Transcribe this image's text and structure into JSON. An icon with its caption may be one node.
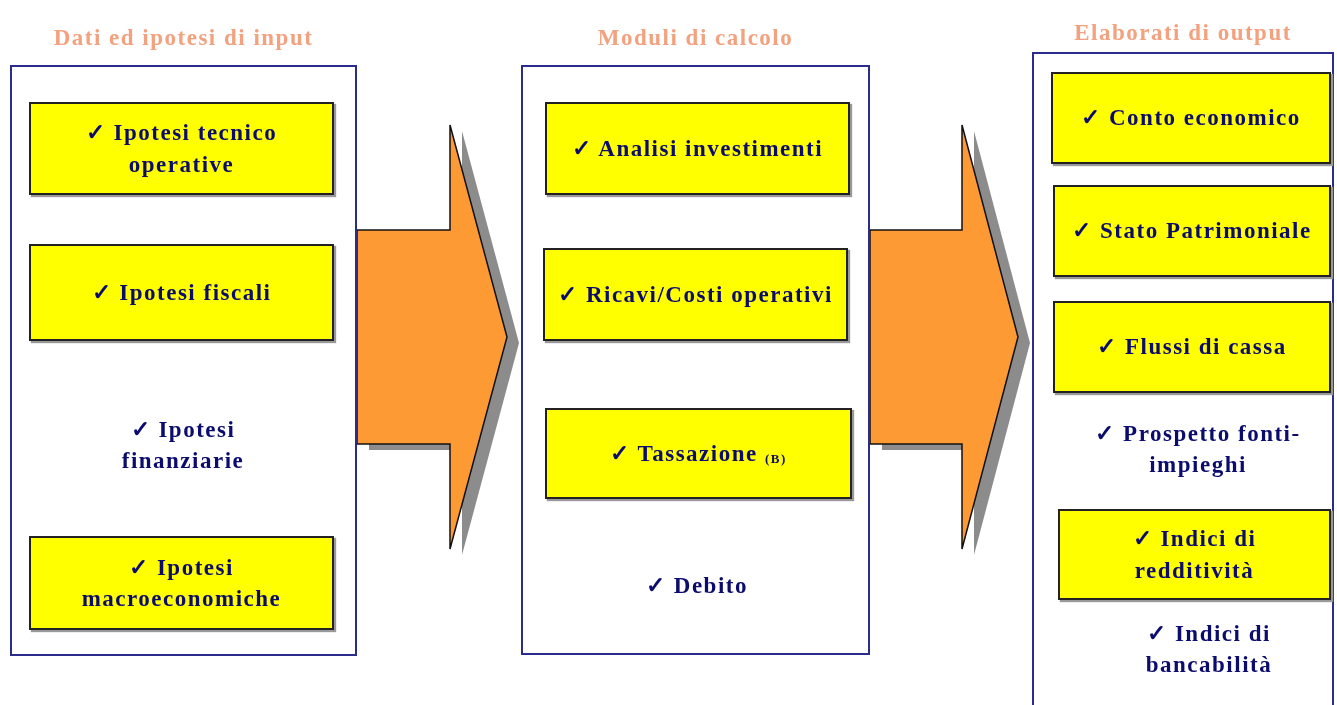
{
  "diagram": {
    "nodes": [
      {
        "text": [
          "Dati ed ipotesi di input"
        ]
      },
      {
        "text": [
          "✓ Ipotesi tecnico operative"
        ],
        "in": 0
      },
      {
        "text": [
          "✓ Ipotesi fiscali"
        ],
        "in": 0
      },
      {
        "text": [
          "✓ Ipotesi macroeconomiche"
        ],
        "in": 0
      },
      {
        "text": [
          "Moduli di calcolo"
        ]
      },
      {
        "text": [
          "✓ Analisi investimenti"
        ],
        "in": 4
      },
      {
        "text": [
          "✓ Ricavi/Costi operativi"
        ],
        "in": 4
      },
      {
        "text": [
          "✓ Tassazione $_{(B)}$"
        ],
        "in": 4
      },
      {
        "text": [
          "Elaborati di output"
        ]
      },
      {
        "text": [
          "✓ Conto economico"
        ],
        "in": 8
      },
      {
        "text": [
          "✓ Stato Patrimoniale"
        ],
        "in": 8
      },
      {
        "text": [
          "✓ Flussi di cassa"
        ],
        "in": 8
      },
      {
        "text": [
          "✓ Indici di redditività"
        ],
        "in": 8
      }
    ],
    "edges": [
      {
        "from": 0,
        "to": 4,
        "arrow": "to",
        "style": "thick"
      },
      {
        "from": 4,
        "to": 8,
        "arrow": "to",
        "style": "thick"
      }
    ],
    "labels": [
      "✓ Ipotesi finanziarie",
      "✓ Debito",
      "✓ Prospetto fonti-impieghi",
      "✓ Indici di bancabilità"
    ]
  }
}
